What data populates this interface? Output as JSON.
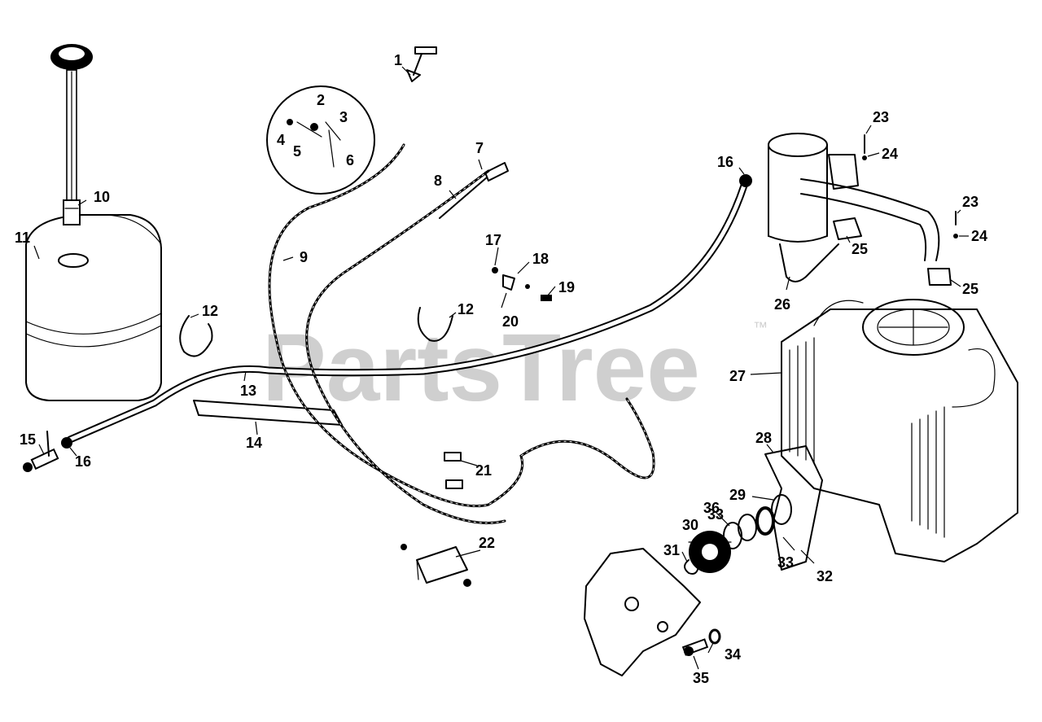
{
  "watermark": {
    "text": "PartsTree",
    "mark": "™"
  },
  "callouts": [
    "1",
    "2",
    "3",
    "4",
    "5",
    "6",
    "7",
    "8",
    "9",
    "10",
    "11",
    "12",
    "12",
    "13",
    "14",
    "15",
    "16",
    "16",
    "17",
    "18",
    "19",
    "20",
    "21",
    "22",
    "23",
    "23",
    "24",
    "24",
    "25",
    "25",
    "26",
    "27",
    "28",
    "29",
    "30",
    "31",
    "32",
    "33",
    "33",
    "34",
    "35",
    "36"
  ]
}
